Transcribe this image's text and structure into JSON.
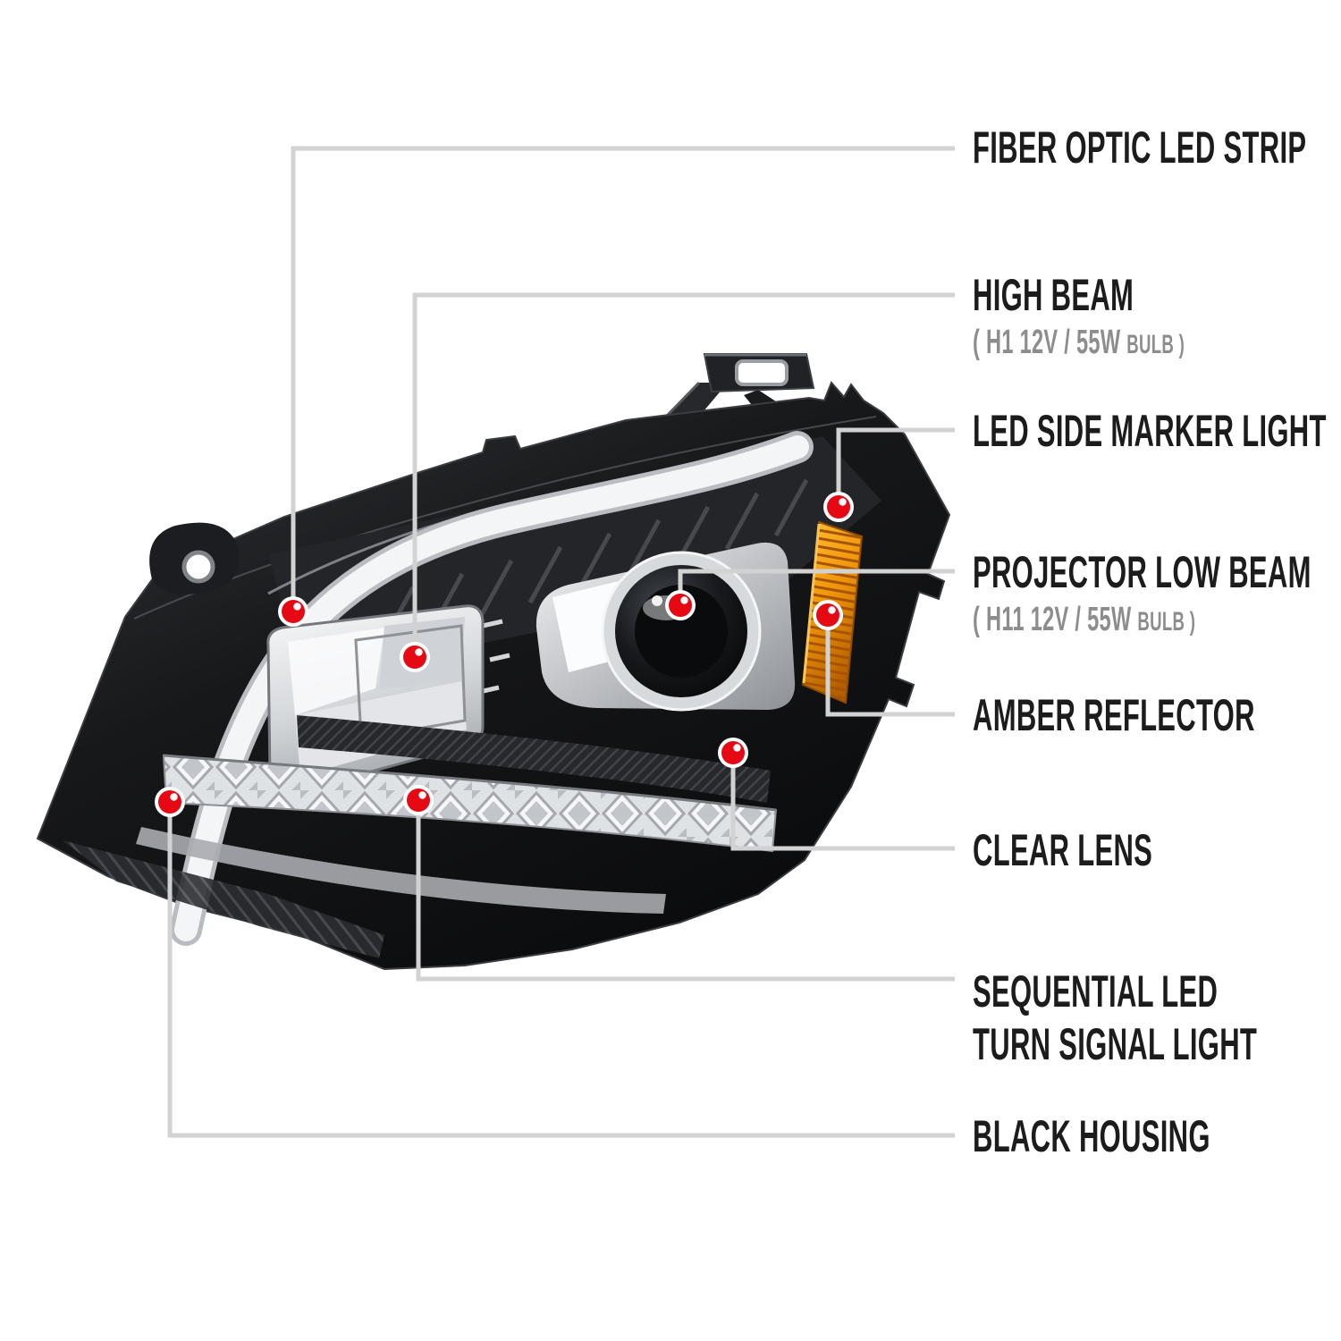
{
  "page": {
    "background": "#ffffff"
  },
  "colors": {
    "label_text": "#1c1c1c",
    "spec_text": "#8d8d8d",
    "leader_line": "#d2d2d2",
    "dot_red": "#e60812",
    "dot_ring": "#ffffff",
    "amber_reflector": "#f0950a",
    "housing_black": "#141517",
    "drl_tube_white": "#f4f5f7"
  },
  "callouts": [
    {
      "id": "fiber-optic-led-strip",
      "label": "FIBER OPTIC LED STRIP"
    },
    {
      "id": "high-beam",
      "label": "HIGH BEAM",
      "spec_main": "( H1  12V / 55W",
      "spec_small": "BULB )"
    },
    {
      "id": "led-side-marker-light",
      "label": "LED SIDE MARKER LIGHT"
    },
    {
      "id": "projector-low-beam",
      "label": "PROJECTOR LOW BEAM",
      "spec_main": "( H11  12V / 55W",
      "spec_small": "BULB )"
    },
    {
      "id": "amber-reflector",
      "label": "AMBER REFLECTOR"
    },
    {
      "id": "clear-lens",
      "label": "CLEAR LENS"
    },
    {
      "id": "sequential-led-turn-signal-light",
      "label": "SEQUENTIAL LED",
      "label_line2": "TURN SIGNAL LIGHT"
    },
    {
      "id": "black-housing",
      "label": "BLACK HOUSING"
    }
  ]
}
